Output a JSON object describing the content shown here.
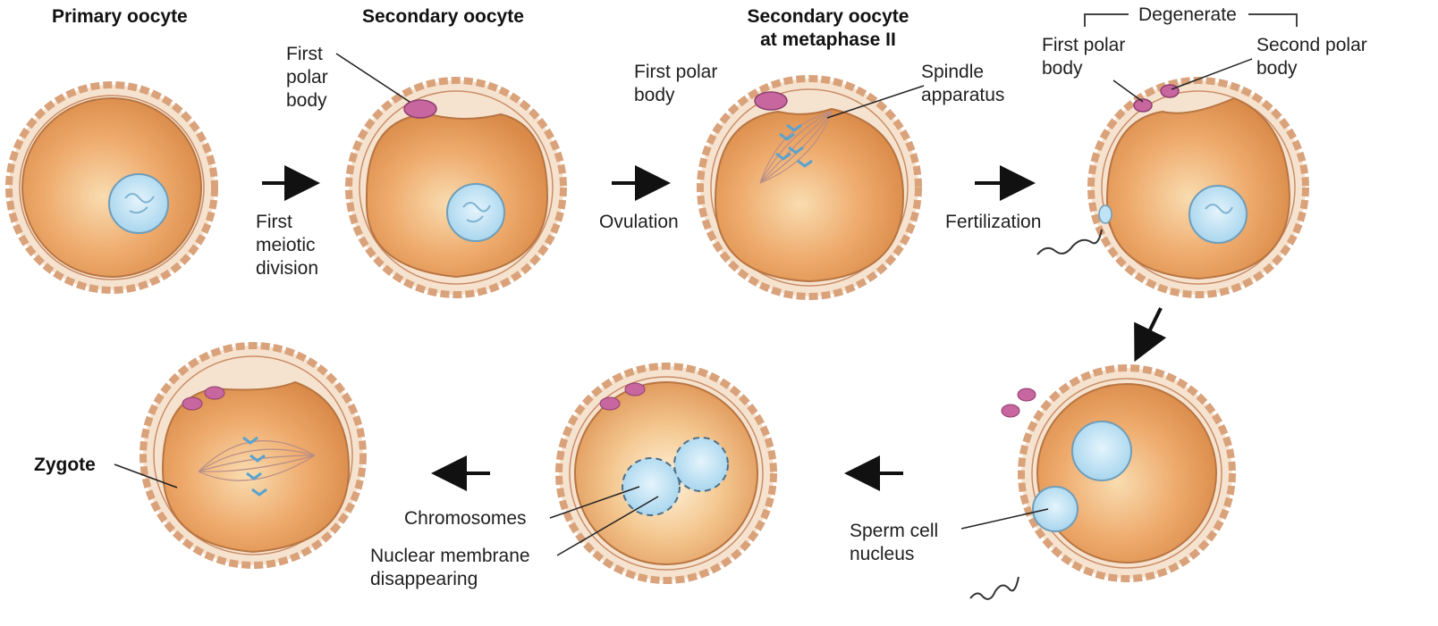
{
  "stages": {
    "primary_oocyte": "Primary oocyte",
    "secondary_oocyte": "Secondary oocyte",
    "secondary_oocyte_metaphase": "Secondary oocyte\nat metaphase II",
    "zygote": "Zygote"
  },
  "transitions": {
    "first_meiotic_division": "First\nmeiotic\ndivision",
    "ovulation": "Ovulation",
    "fertilization": "Fertilization"
  },
  "labels": {
    "first_polar_body_1": "First\npolar\nbody",
    "first_polar_body_2": "First polar\nbody",
    "spindle_apparatus": "Spindle\napparatus",
    "degenerate": "Degenerate",
    "first_polar_body_3": "First polar\nbody",
    "second_polar_body": "Second polar\nbody",
    "sperm_cell_nucleus": "Sperm cell\nnucleus",
    "chromosomes": "Chromosomes",
    "nuclear_membrane": "Nuclear membrane\ndisappearing"
  },
  "colors": {
    "cytoplasm": "#e8a05e",
    "cytoplasm_light": "#f8d8a8",
    "zona": "#f6e3cf",
    "corona_cell": "#e7b893",
    "nucleus": "#bfe2f4",
    "polar_body": "#c7669f",
    "arrow": "#111111"
  }
}
